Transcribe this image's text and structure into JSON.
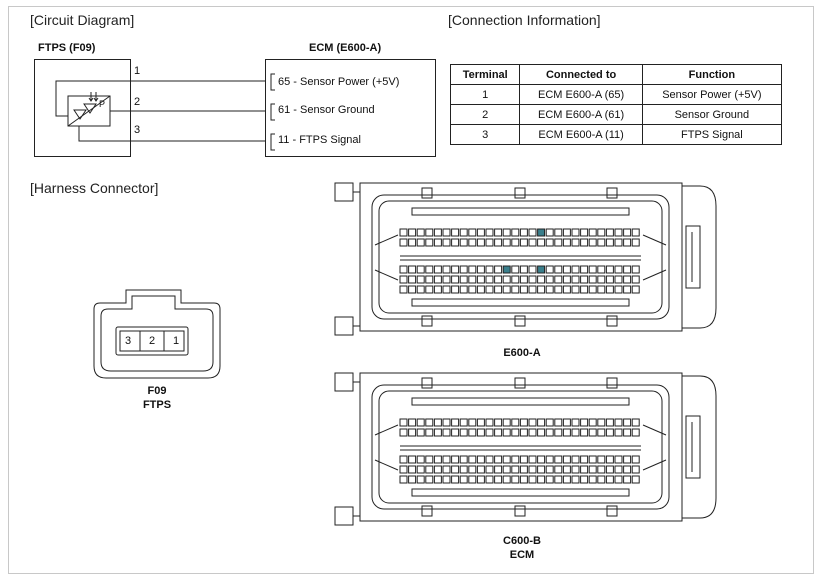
{
  "sections": {
    "circuit_diagram": "[Circuit Diagram]",
    "connection_information": "[Connection Information]",
    "harness_connector": "[Harness Connector]"
  },
  "circuit": {
    "sensor_title": "FTPS (F09)",
    "ecm_title": "ECM (E600-A)",
    "sensor_pin_numbers": [
      "1",
      "2",
      "3"
    ],
    "ecm_pins": [
      "65 - Sensor Power (+5V)",
      "61 - Sensor Ground",
      "11 - FTPS Signal"
    ],
    "sensor_symbol_letter": "P"
  },
  "connection_table": {
    "headers": [
      "Terminal",
      "Connected to",
      "Function"
    ],
    "rows": [
      [
        "1",
        "ECM E600-A (65)",
        "Sensor Power (+5V)"
      ],
      [
        "2",
        "ECM E600-A (61)",
        "Sensor Ground"
      ],
      [
        "3",
        "ECM E600-A (11)",
        "FTPS Signal"
      ]
    ]
  },
  "harness": {
    "ftps_pins": [
      "3",
      "2",
      "1"
    ],
    "ftps_name": "F09",
    "ftps_desc": "FTPS",
    "e600a_name": "E600-A",
    "c600b_name": "C600-B",
    "c600b_desc": "ECM"
  },
  "colors": {
    "line": "#222222",
    "highlight_pin": "#3a7f8c"
  }
}
